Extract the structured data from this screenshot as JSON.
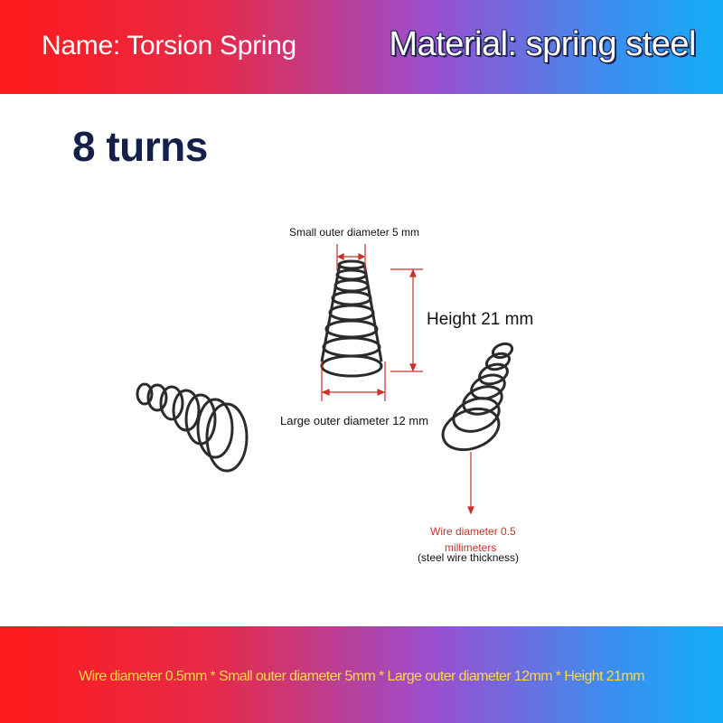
{
  "header": {
    "name": "Name: Torsion Spring",
    "material": "Material: spring steel"
  },
  "turns": "8 turns",
  "annotations": {
    "small_outer_diameter": "Small outer diameter 5 mm",
    "height": "Height 21 mm",
    "large_outer_diameter": "Large outer diameter 12 mm",
    "wire_diameter_line1": "Wire diameter 0.5",
    "wire_diameter_line2": "millimeters",
    "wire_note": "(steel wire thickness)"
  },
  "footer": {
    "specs": "Wire diameter 0.5mm * Small outer diameter 5mm * Large outer diameter 12mm * Height 21mm"
  },
  "colors": {
    "accent_red": "#c8322a",
    "title_navy": "#14204a",
    "footer_text": "#ffd84a"
  }
}
